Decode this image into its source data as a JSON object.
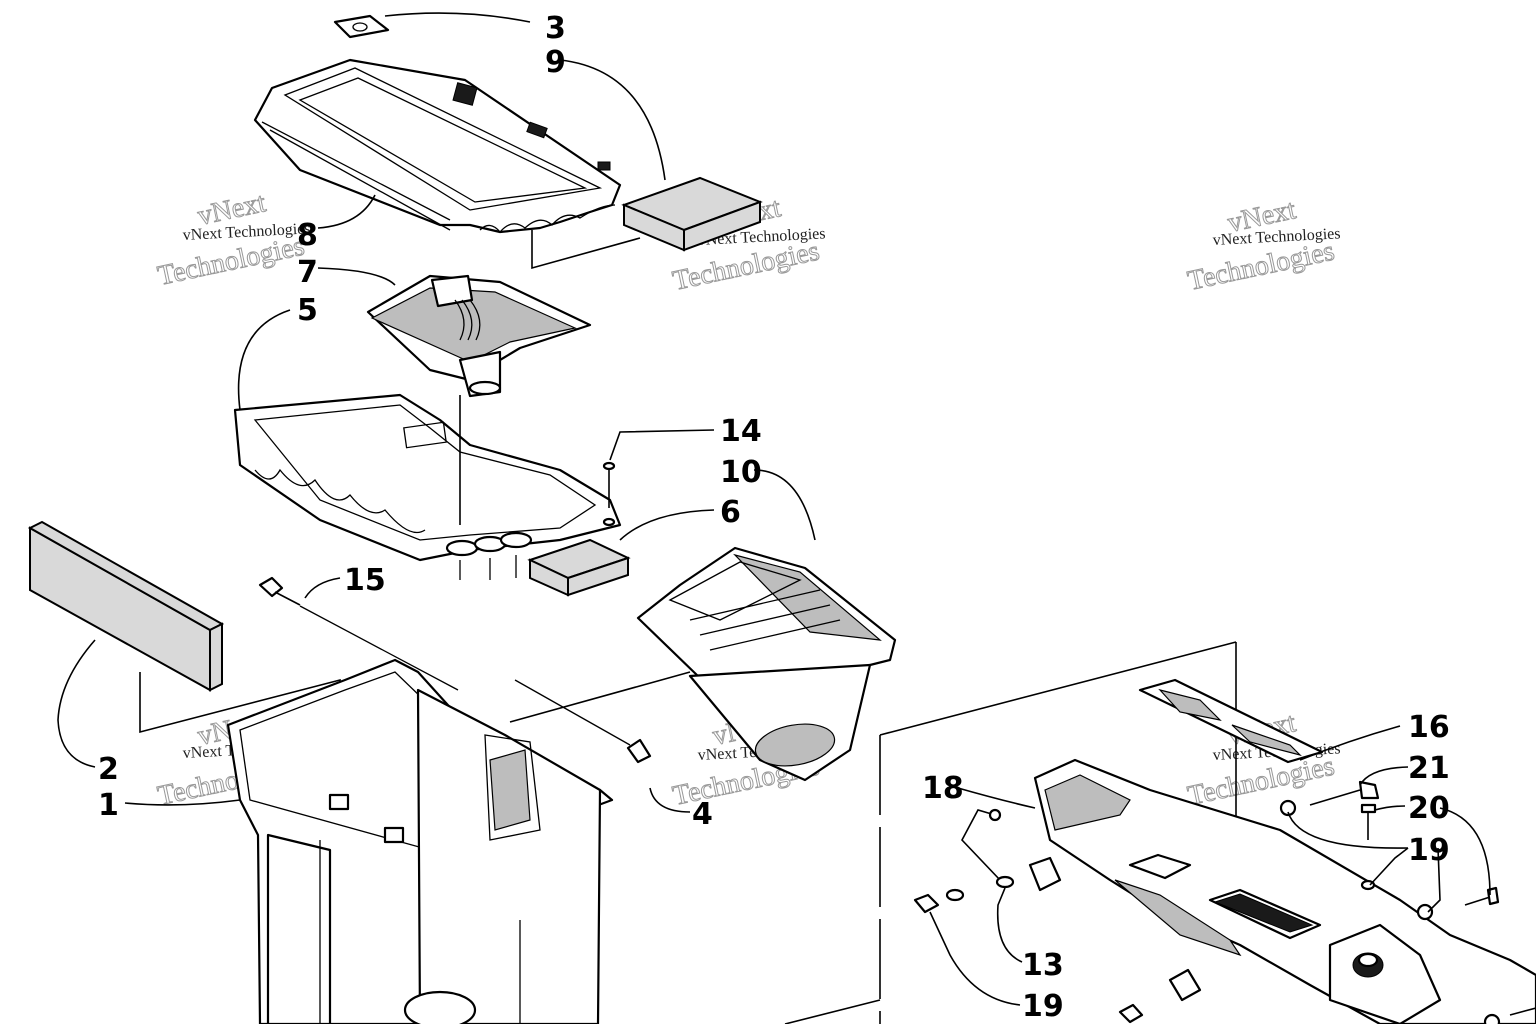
{
  "callouts": {
    "c1": "1",
    "c2": "2",
    "c3": "3",
    "c4": "4",
    "c5": "5",
    "c6": "6",
    "c7": "7",
    "c8": "8",
    "c9": "9",
    "c10": "10",
    "c13": "13",
    "c14": "14",
    "c15": "15",
    "c16": "16",
    "c18": "18",
    "c19a": "19",
    "c19b": "19",
    "c20": "20",
    "c21": "21"
  },
  "watermark": {
    "line1": "vNext Technologies",
    "line2": "vNext",
    "line3": "Technologies"
  }
}
